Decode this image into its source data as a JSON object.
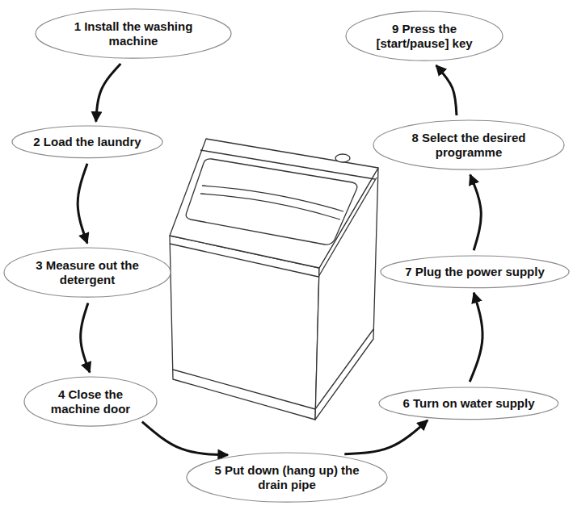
{
  "diagram": {
    "nodes": [
      {
        "text": [
          "1 Install the washing machine"
        ]
      },
      {
        "text": [
          "2 Load the laundry"
        ]
      },
      {
        "text": [
          "3 Measure out the detergent"
        ]
      },
      {
        "text": [
          "4 Close the machine door"
        ]
      },
      {
        "text": [
          "5 Put down (hang up) the drain pipe"
        ]
      },
      {
        "text": [
          "6 Turn on water supply"
        ]
      },
      {
        "text": [
          "7 Plug the power supply"
        ]
      },
      {
        "text": [
          "8 Select the desired programme"
        ]
      },
      {
        "text": [
          "9 Press the [start/pause] key"
        ]
      }
    ],
    "edges": [
      {
        "from": 0,
        "to": 1,
        "arrow": "to"
      },
      {
        "from": 1,
        "to": 2,
        "arrow": "to"
      },
      {
        "from": 2,
        "to": 3,
        "arrow": "to"
      },
      {
        "from": 3,
        "to": 4,
        "arrow": "to"
      },
      {
        "from": 4,
        "to": 5,
        "arrow": "to"
      },
      {
        "from": 5,
        "to": 6,
        "arrow": "to"
      },
      {
        "from": 6,
        "to": 7,
        "arrow": "to"
      },
      {
        "from": 7,
        "to": 8,
        "arrow": "to"
      }
    ]
  }
}
